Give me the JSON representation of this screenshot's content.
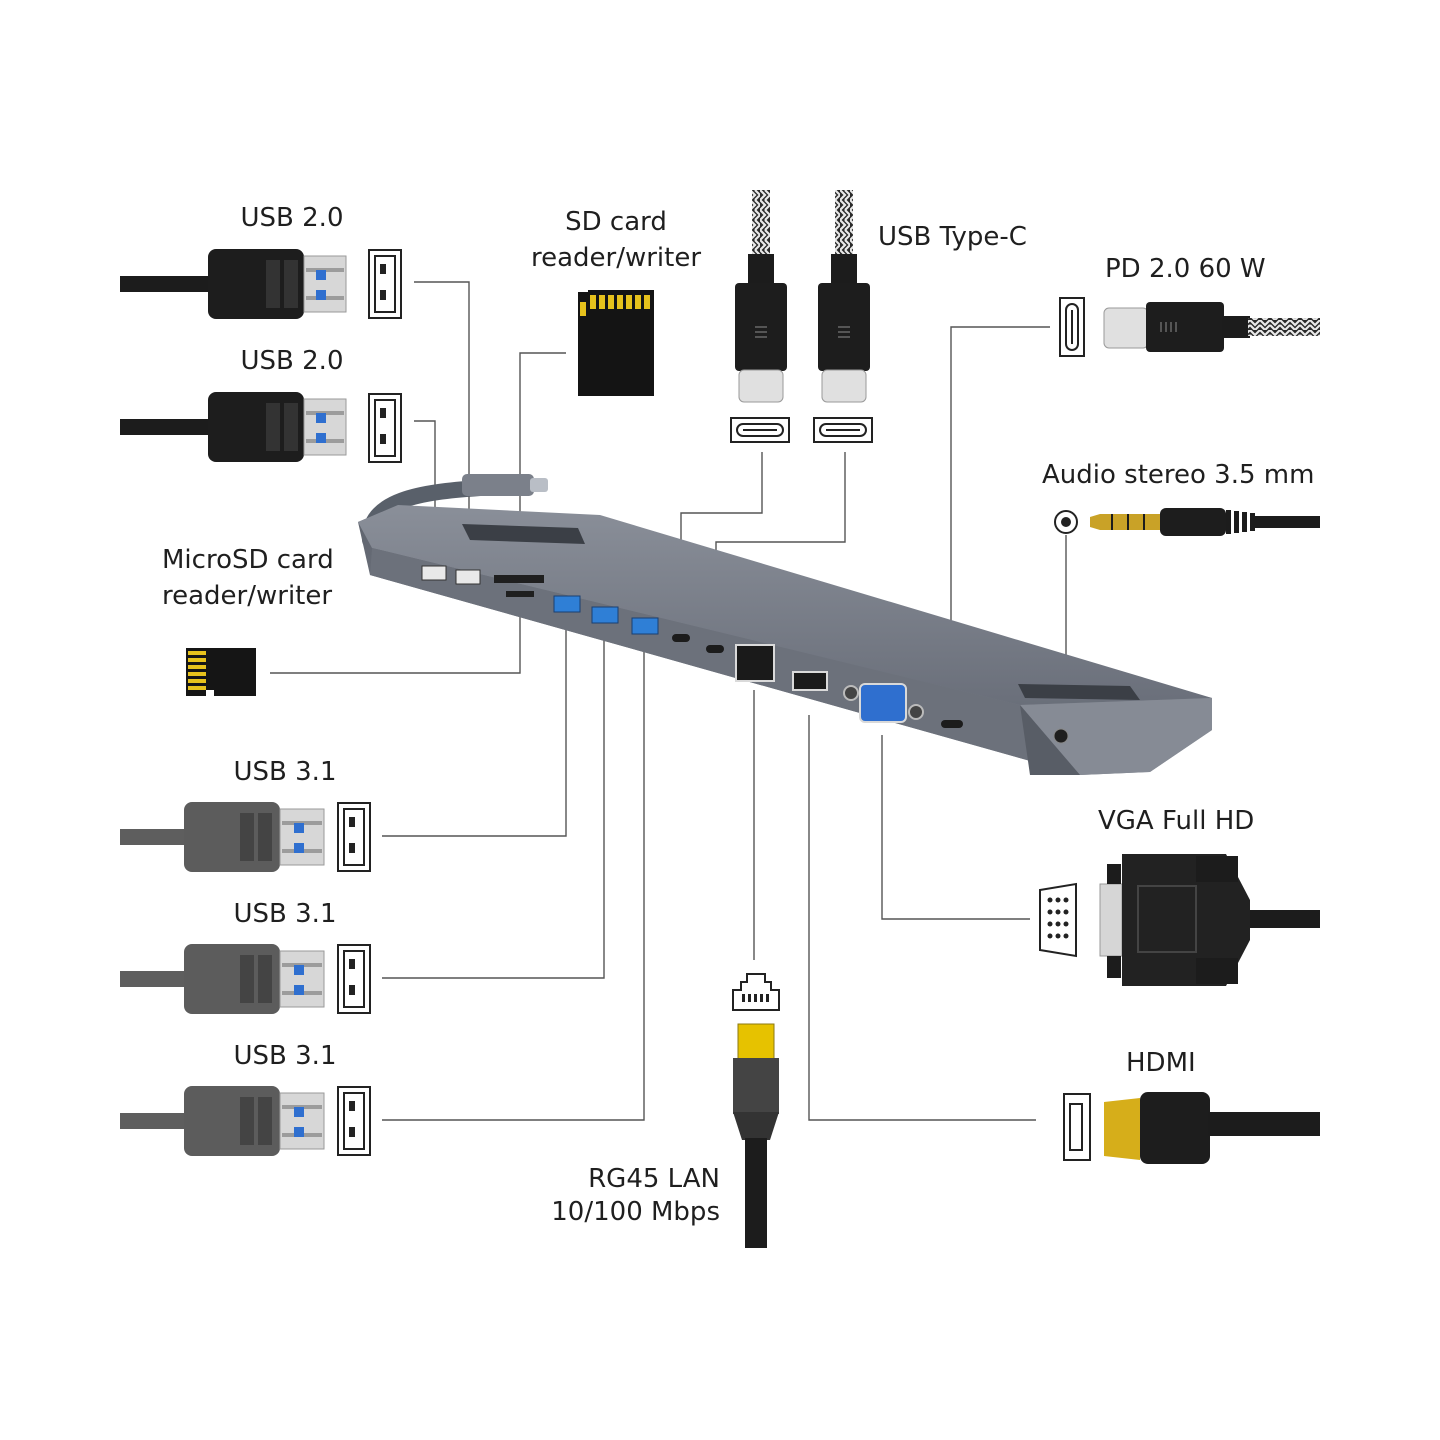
{
  "labels": {
    "usb20_top": "USB 2.0",
    "usb20_bottom": "USB 2.0",
    "sd_card_line1": "SD card",
    "sd_card_line2": "reader/writer",
    "usb_type_c": "USB Type-C",
    "pd": "PD 2.0 60 W",
    "audio": "Audio stereo 3.5 mm",
    "microsd_line1": "MicroSD card",
    "microsd_line2": "reader/writer",
    "usb31_1": "USB 3.1",
    "usb31_2": "USB 3.1",
    "usb31_3": "USB 3.1",
    "vga": "VGA Full HD",
    "hdmi": "HDMI",
    "lan_line1": "RG45 LAN",
    "lan_line2": "10/100 Mbps"
  },
  "colors": {
    "hub_body": "#6f7480",
    "hub_dark": "#4a4e57",
    "usb3_blue": "#2f7fd6",
    "vga_blue": "#2f6fcf",
    "cable_black": "#1c1c1c",
    "plug_grey": "#5c5c5c",
    "gold": "#e7c21c"
  },
  "icons": [
    "usb-a-port-icon",
    "usb-c-port-icon",
    "sd-card-icon",
    "microsd-card-icon",
    "rj45-port-icon",
    "vga-port-icon",
    "hdmi-port-icon",
    "audio-jack-icon"
  ]
}
